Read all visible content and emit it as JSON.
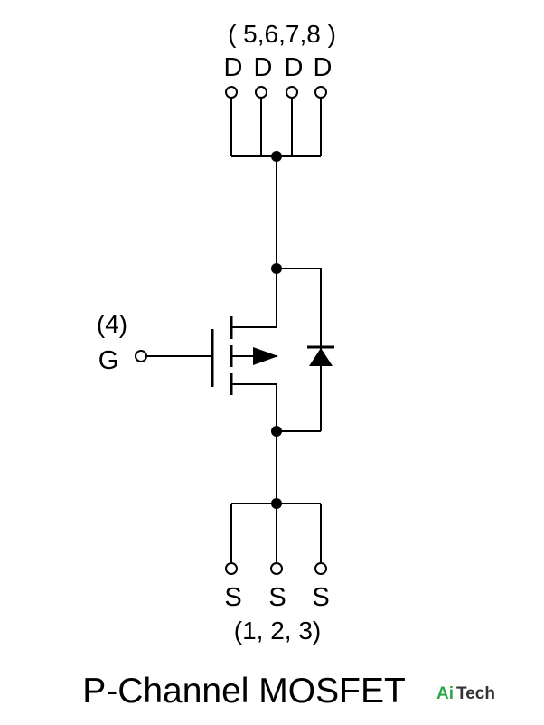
{
  "drain": {
    "pins": "( 5,6,7,8 )",
    "letters": [
      "D",
      "D",
      "D",
      "D"
    ]
  },
  "gate": {
    "pin": "(4)",
    "letter": "G"
  },
  "source": {
    "letters": [
      "S",
      "S",
      "S"
    ],
    "pins": "(1, 2, 3)"
  },
  "title": "P-Channel MOSFET",
  "logo": {
    "part1": "Ai",
    "part2": "Tech"
  }
}
